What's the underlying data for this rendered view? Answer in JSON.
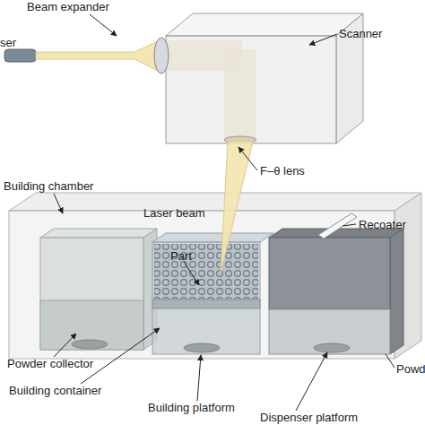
{
  "diagram": {
    "labels": [
      "ser",
      "Beam expander",
      "Scanner",
      "F–θ lens",
      "Building chamber",
      "Laser beam",
      "Part",
      "Recoater",
      "Powder collector",
      "Building container",
      "Building platform",
      "Dispenser platform",
      "Powd"
    ]
  }
}
